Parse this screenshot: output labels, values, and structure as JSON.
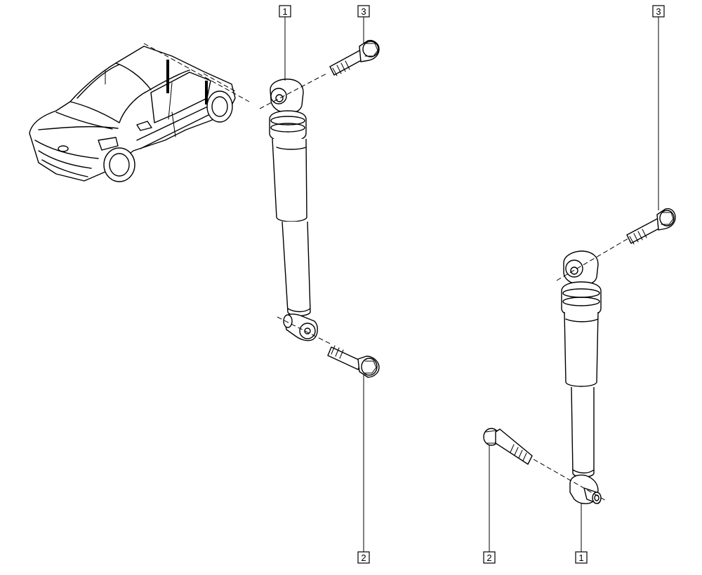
{
  "callouts": [
    {
      "id": "callout-1-top",
      "label": "1"
    },
    {
      "id": "callout-3-top-left",
      "label": "3"
    },
    {
      "id": "callout-3-top-right",
      "label": "3"
    },
    {
      "id": "callout-2-bottom-left",
      "label": "2"
    },
    {
      "id": "callout-2-bottom-right",
      "label": "2"
    },
    {
      "id": "callout-1-bottom-right",
      "label": "1"
    }
  ],
  "colors": {
    "line": "#000000",
    "background": "#ffffff",
    "shade": "#e6e6e6"
  }
}
